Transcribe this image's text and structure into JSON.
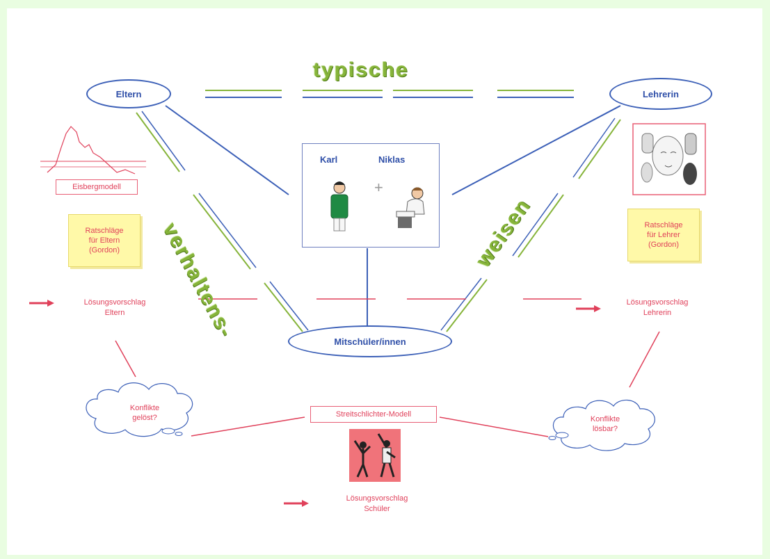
{
  "nodes": {
    "eltern": "Eltern",
    "lehrerin": "Lehrerin",
    "mitschueler": "Mitschüler/innen"
  },
  "words": {
    "typische": "typische",
    "verhaltens": "verhaltens-",
    "weisen": "weisen"
  },
  "center": {
    "karl": "Karl",
    "niklas": "Niklas",
    "plus": "+"
  },
  "left": {
    "eisberg": "Eisbergmodell",
    "ratschlaege_line1": "Ratschläge",
    "ratschlaege_line2": "für Eltern",
    "ratschlaege_line3": "(Gordon)",
    "loesung_line1": "Lösungsvorschlag",
    "loesung_line2": "Eltern",
    "cloud_line1": "Konflikte",
    "cloud_line2": "gelöst?"
  },
  "right": {
    "ratschlaege_line1": "Ratschläge",
    "ratschlaege_line2": "für Lehrer",
    "ratschlaege_line3": "(Gordon)",
    "loesung_line1": "Lösungsvorschlag",
    "loesung_line2": "Lehrerin",
    "cloud_line1": "Konflikte",
    "cloud_line2": "lösbar?"
  },
  "bottom": {
    "modell": "Streitschlichter-Modell",
    "loesung_line1": "Lösungsvorschlag",
    "loesung_line2": "Schüler"
  },
  "colors": {
    "blue": "#3b5fb7",
    "green": "#86b43a",
    "red": "#e0405a",
    "note": "#fff9a8",
    "background": "#e9fde1"
  }
}
